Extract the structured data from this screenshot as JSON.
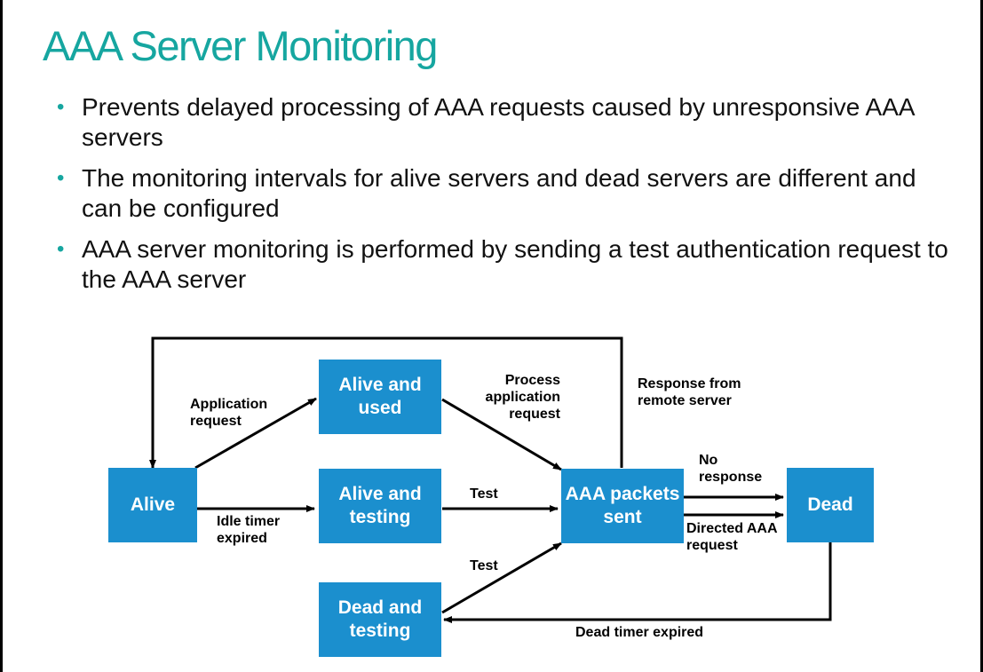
{
  "slide": {
    "title": "AAA Server Monitoring",
    "bullets": [
      "Prevents delayed processing of AAA requests caused by unresponsive AAA servers",
      "The monitoring intervals for alive servers and dead servers are different and can be configured",
      "AAA server monitoring is performed by sending a test authentication request to the AAA server"
    ]
  },
  "diagram": {
    "nodes": {
      "alive": "Alive",
      "alive_used": "Alive and used",
      "alive_testing": "Alive and testing",
      "dead_testing": "Dead and testing",
      "aaa_sent": "AAA packets sent",
      "dead": "Dead"
    },
    "labels": {
      "application_request": "Application request",
      "idle_timer": "Idle timer expired",
      "process_request": "Process application request",
      "test_upper": "Test",
      "test_lower": "Test",
      "response_remote": "Response from remote server",
      "no_response": "No response",
      "directed_request": "Directed AAA request",
      "dead_timer": "Dead timer expired"
    },
    "colors": {
      "box": "#1b8fce",
      "title": "#16a6a0"
    }
  }
}
